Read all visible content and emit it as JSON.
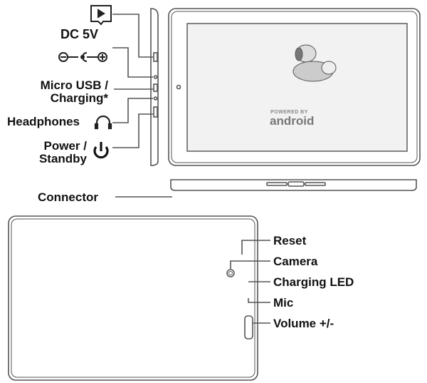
{
  "labels": {
    "dc": "DC 5V",
    "micro_usb_line1": "Micro USB /",
    "micro_usb_line2": "Charging*",
    "headphones": "Headphones",
    "power_line1": "Power /",
    "power_line2": "Standby",
    "connector": "Connector",
    "reset": "Reset",
    "camera": "Camera",
    "charging_led": "Charging LED",
    "mic": "Mic",
    "volume": "Volume +/-"
  },
  "screen": {
    "powered_by": "POWERED BY",
    "brand": "android"
  },
  "icons": [
    "microsd-card-icon",
    "dc-polarity-icon",
    "headphones-icon",
    "power-icon"
  ],
  "colors": {
    "line": "#555555",
    "text": "#111111",
    "screen": "#f2f2f2"
  }
}
